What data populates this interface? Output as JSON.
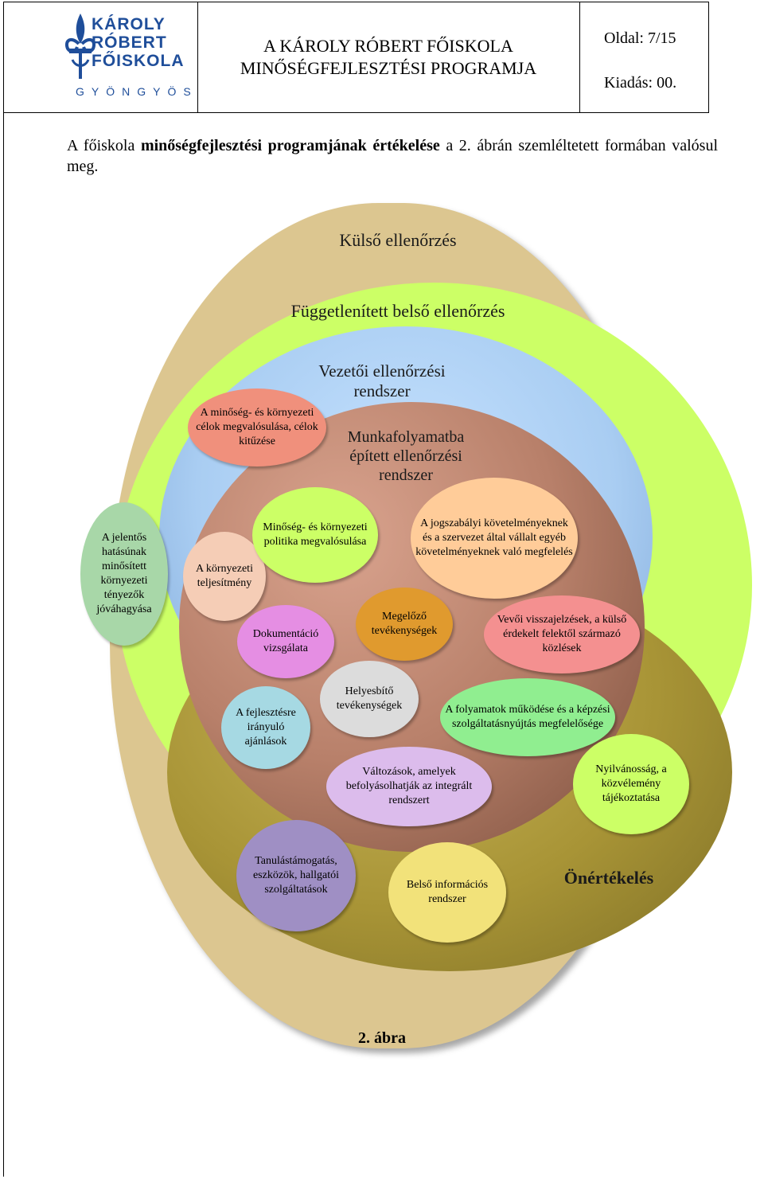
{
  "header": {
    "logo_lines": [
      "KÁROLY",
      "RÓBERT",
      "FŐISKOLA"
    ],
    "logo_city": "GYÖNGYÖS",
    "title_line1": "A KÁROLY RÓBERT FŐISKOLA",
    "title_line2": "MINŐSÉGFEJLESZTÉSI PROGRAMJA",
    "page": "Oldal: 7/15",
    "edition": "Kiadás: 00."
  },
  "intro": {
    "p1": "A főiskola ",
    "bold": "minőségfejlesztési programjának értékelése",
    "p2": " a 2. ábrán szemléltetett formában valósul meg."
  },
  "diagram": {
    "colors": {
      "outer": "#dcc690",
      "green": "#ccff66",
      "blue": "#a9cdf2",
      "brown": "#b8806a",
      "olive": "#a89436"
    },
    "outer_title": "Külső ellenőrzés",
    "middle_title": "Függetlenített belső ellenőrzés",
    "inner_title": "Vezetői ellenőrzési rendszer",
    "core_title": "Munkafolyamatba épített ellenőrzési rendszer",
    "self_eval": "Önértékelés",
    "bubbles": {
      "goals": "A minőség- és környezeti célok megvalósulása, célok kitűzése",
      "approval": "A jelentős hatásúnak minősített környezeti tényezők jóváhagyása",
      "env_perf": "A környezeti teljesítmény",
      "policy": "Minőség- és környezeti politika megvalósulása",
      "legal": "A jogszabályi követelményeknek és a szervezet által vállalt egyéb követelményeknek való megfelelés",
      "docs": "Dokumentáció vizsgálata",
      "prevent": "Megelőző tevékenységek",
      "feedback": "Vevői visszajelzések, a külső érdekelt felektől származó közlések",
      "corrective": "Helyesbítő tevékenységek",
      "processes": "A folyamatok működése és a képzési szolgáltatásnyújtás megfelelősége",
      "improve": "A fejlesztésre irányuló ajánlások",
      "changes": "Változások, amelyek befolyásolhatják az integrált rendszert",
      "public": "Nyilvánosság, a közvélemény tájékoztatása",
      "learning": "Tanulástámogatás, eszközök, hallgatói szolgáltatások",
      "internal_info": "Belső információs rendszer"
    }
  },
  "caption": "2. ábra"
}
